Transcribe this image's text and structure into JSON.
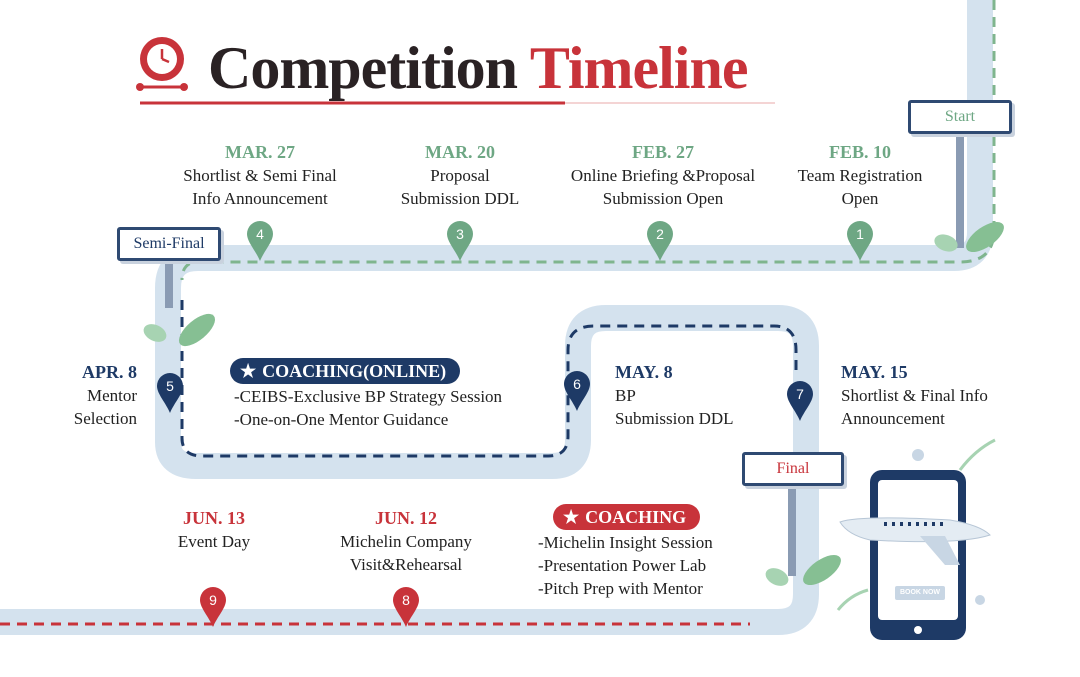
{
  "title": {
    "word1": "Competition",
    "word2": "Timeline"
  },
  "signs": {
    "start": "Start",
    "semi_final": "Semi-Final",
    "final": "Final"
  },
  "milestones": [
    {
      "num": "1",
      "date": "FEB. 10",
      "lines": [
        "Team Registration",
        "Open"
      ]
    },
    {
      "num": "2",
      "date": "FEB. 27",
      "lines": [
        "Online Briefing &Proposal",
        "Submission Open"
      ]
    },
    {
      "num": "3",
      "date": "MAR. 20",
      "lines": [
        "Proposal",
        "Submission DDL"
      ]
    },
    {
      "num": "4",
      "date": "MAR. 27",
      "lines": [
        "Shortlist & Semi Final",
        "Info Announcement"
      ]
    },
    {
      "num": "5",
      "date": "APR. 8",
      "lines": [
        "Mentor",
        "Selection"
      ]
    },
    {
      "num": "6",
      "date": "MAY. 8",
      "lines": [
        "BP",
        "Submission DDL"
      ]
    },
    {
      "num": "7",
      "date": "MAY. 15",
      "lines": [
        "Shortlist & Final Info",
        "Announcement"
      ]
    },
    {
      "num": "8",
      "date": "JUN. 12",
      "lines": [
        "Michelin Company",
        "Visit&Rehearsal"
      ]
    },
    {
      "num": "9",
      "date": "JUN. 13",
      "lines": [
        "Event Day"
      ]
    }
  ],
  "coaching_online": {
    "label": "COACHING(ONLINE)",
    "items": [
      "-CEIBS-Exclusive BP Strategy Session",
      "-One-on-One Mentor Guidance"
    ]
  },
  "coaching": {
    "label": "COACHING",
    "items": [
      "-Michelin Insight Session",
      "-Presentation Power Lab",
      "-Pitch Prep with Mentor"
    ]
  },
  "phone": {
    "button": "BOOK NOW"
  },
  "icons": {
    "title": "alarm-clock-icon",
    "star": "star-icon",
    "marker": "map-pin-icon",
    "leaf": "leaf-icon",
    "plane": "airplane-icon",
    "phone": "smartphone-icon"
  },
  "colors": {
    "road": "#d4e2ee",
    "green": "#6ea784",
    "navy": "#1e3a66",
    "red": "#c8333a",
    "title_dark": "#2a2224"
  }
}
